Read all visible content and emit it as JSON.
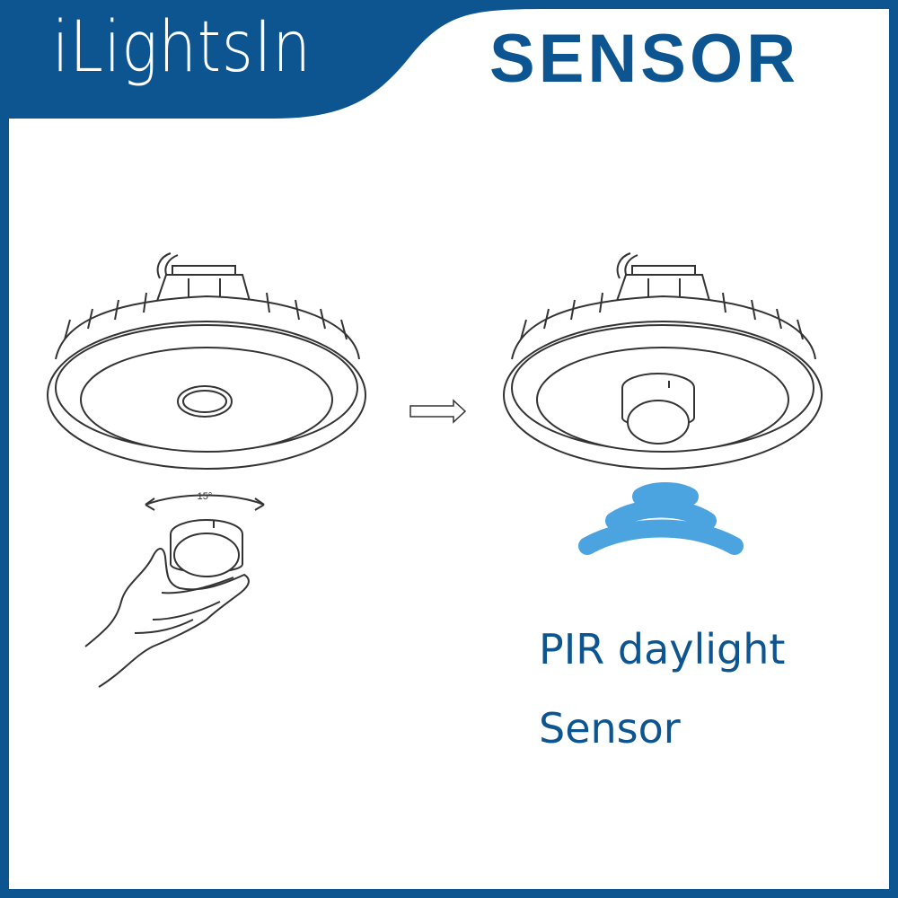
{
  "brand": "iLightsIn",
  "heading": "SENSOR",
  "angle_label": "15°",
  "caption": {
    "line1": "PIR daylight",
    "line2": "Sensor"
  },
  "colors": {
    "brand_blue": "#0c5590",
    "wave_blue": "#4ba3e0",
    "line_gray": "#333333"
  },
  "icons": [
    "ufo-high-bay-light",
    "sensor-module",
    "hand-icon",
    "rotation-arrow-icon",
    "arrow-right-icon",
    "signal-waves-icon"
  ]
}
